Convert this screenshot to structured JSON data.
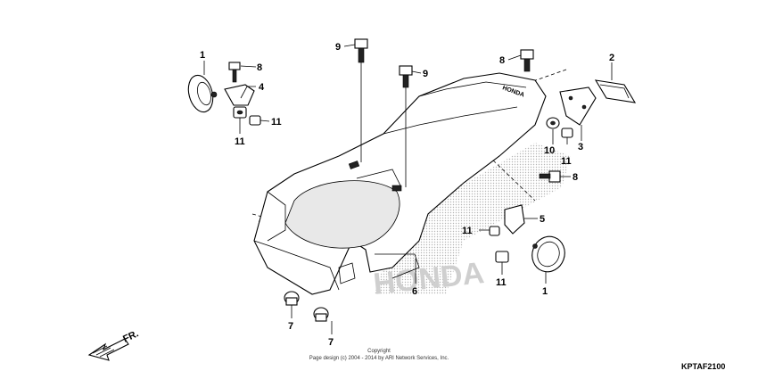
{
  "callouts": {
    "c1a": "1",
    "c1b": "1",
    "c2": "2",
    "c3": "3",
    "c4": "4",
    "c5": "5",
    "c6": "6",
    "c7a": "7",
    "c7b": "7",
    "c8a": "8",
    "c8b": "8",
    "c8c": "8",
    "c9a": "9",
    "c9b": "9",
    "c10": "10",
    "c11a": "11",
    "c11b": "11",
    "c11c": "11",
    "c11d": "11",
    "c11e": "11"
  },
  "fender_emboss": "HONDA",
  "watermark": "HONDA",
  "direction_label": "FR.",
  "copyright": {
    "line1": "Copyright",
    "line2": "Page design (c) 2004 - 2014 by ARI Network Services, Inc."
  },
  "diagram_code": "KPTAF2100"
}
